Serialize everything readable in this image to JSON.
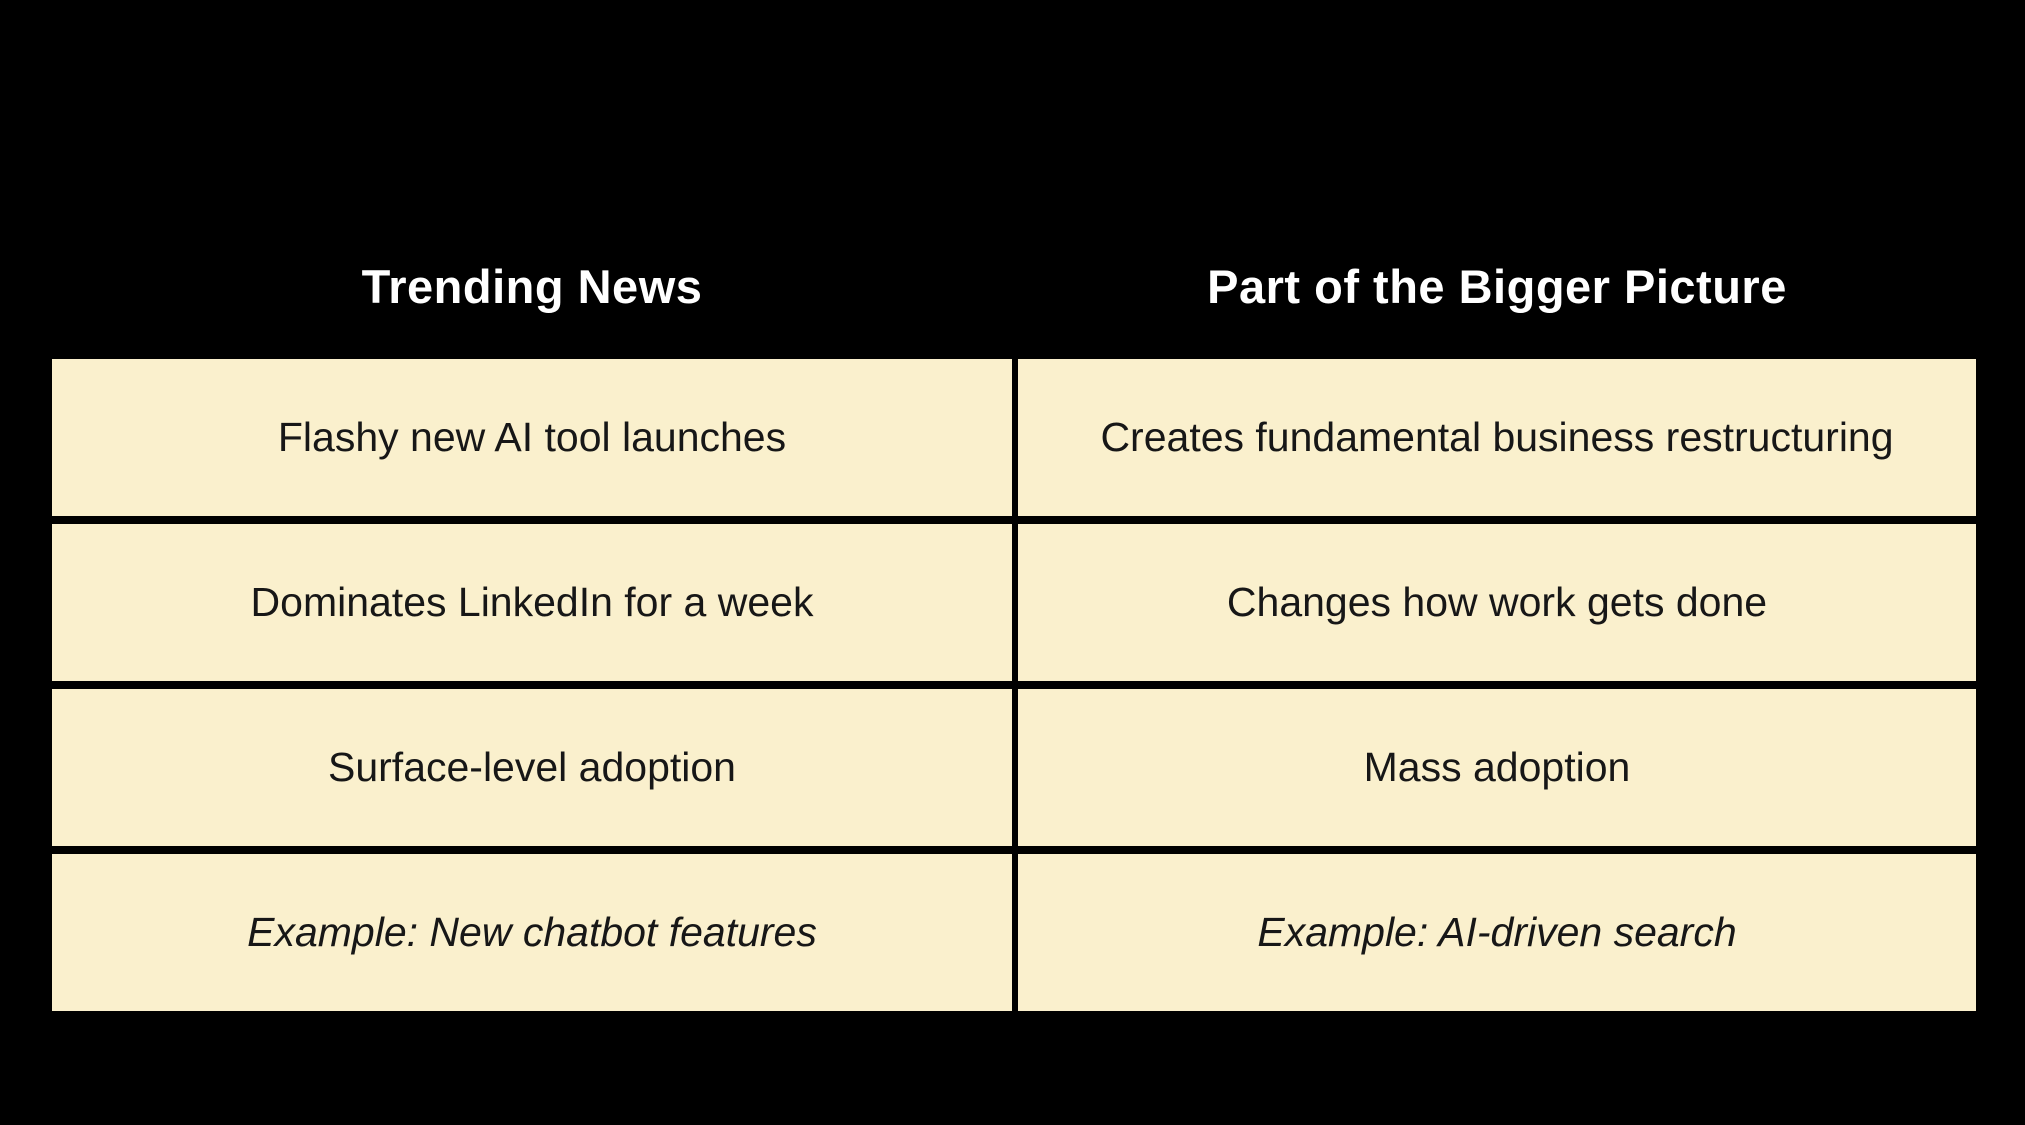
{
  "slide": {
    "description": "Comparison table slide on black background"
  },
  "colors": {
    "background": "#000000",
    "cell_bg": "#FAF0CD",
    "cell_text": "#171717",
    "header_text": "#FFFFFF"
  },
  "table": {
    "columns": [
      {
        "header": "Trending News"
      },
      {
        "header": "Part of the Bigger Picture"
      }
    ],
    "rows": [
      {
        "style": "regular",
        "cells": [
          "Flashy new AI tool launches",
          "Creates fundamental business restructuring"
        ]
      },
      {
        "style": "regular",
        "cells": [
          "Dominates LinkedIn for a week",
          "Changes how work gets done"
        ]
      },
      {
        "style": "regular",
        "cells": [
          "Surface-level adoption",
          "Mass adoption"
        ]
      },
      {
        "style": "italic",
        "cells": [
          "Example: New chatbot features",
          "Example: AI-driven search"
        ]
      }
    ]
  },
  "chart_data": {
    "type": "table",
    "title": "",
    "columns": [
      "Trending News",
      "Part of the Bigger Picture"
    ],
    "rows": [
      [
        "Flashy new AI tool launches",
        "Creates fundamental business restructuring"
      ],
      [
        "Dominates LinkedIn for a week",
        "Changes how work gets done"
      ],
      [
        "Surface-level adoption",
        "Mass adoption"
      ],
      [
        "Example: New chatbot features",
        "Example: AI-driven search"
      ]
    ]
  }
}
